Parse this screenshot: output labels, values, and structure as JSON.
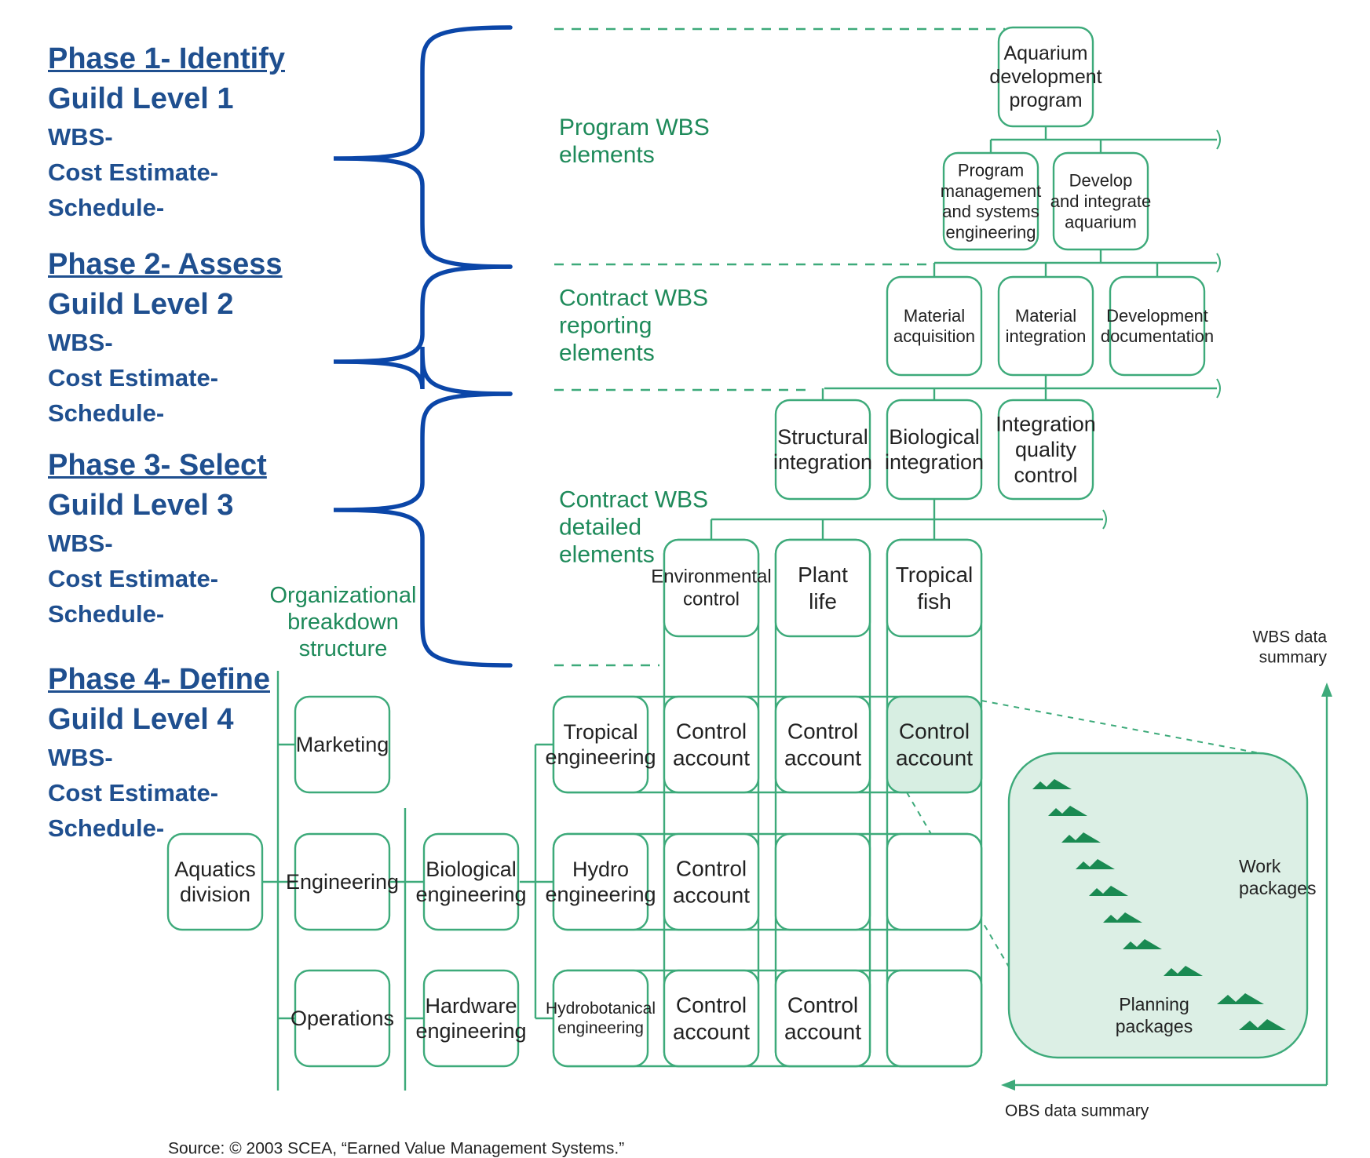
{
  "phases": [
    {
      "title": "Phase 1- Identify",
      "guild": "Guild Level 1",
      "wbs": "WBS-",
      "cost": "Cost Estimate-",
      "schedule": "Schedule-"
    },
    {
      "title": "Phase 2- Assess",
      "guild": "Guild Level 2",
      "wbs": "WBS-",
      "cost": "Cost Estimate-",
      "schedule": "Schedule-"
    },
    {
      "title": "Phase 3- Select",
      "guild": "Guild Level 3",
      "wbs": "WBS-",
      "cost": "Cost Estimate-",
      "schedule": "Schedule-"
    },
    {
      "title": "Phase 4- Define",
      "guild": "Guild Level 4",
      "wbs": "WBS-",
      "cost": "Cost Estimate-",
      "schedule": "Schedule-"
    }
  ],
  "section_labels": {
    "program_wbs": [
      "Program WBS",
      "elements"
    ],
    "contract_reporting": [
      "Contract WBS",
      "reporting",
      "elements"
    ],
    "contract_detailed": [
      "Contract WBS",
      "detailed",
      "elements"
    ],
    "obs": [
      "Organizational",
      "breakdown",
      "structure"
    ]
  },
  "wbs": {
    "root": [
      "Aquarium",
      "development",
      "program"
    ],
    "level1": [
      [
        "Program",
        "management",
        "and systems",
        "engineering"
      ],
      [
        "Develop",
        "and integrate",
        "aquarium"
      ]
    ],
    "level2": [
      [
        "Material",
        "acquisition"
      ],
      [
        "Material",
        "integration"
      ],
      [
        "Development",
        "documentation"
      ]
    ],
    "level3": [
      [
        "Structural",
        "integration"
      ],
      [
        "Biological",
        "integration"
      ],
      [
        "Integration",
        "quality",
        "control"
      ]
    ],
    "level4": [
      [
        "Environmental",
        "control"
      ],
      [
        "Plant",
        "life"
      ],
      [
        "Tropical",
        "fish"
      ]
    ]
  },
  "obs": {
    "root": [
      "Aquatics",
      "division"
    ],
    "level1": [
      [
        "Marketing"
      ],
      [
        "Engineering"
      ],
      [
        "Operations"
      ]
    ],
    "level2": [
      [
        "Biological",
        "engineering"
      ],
      [
        "Hardware",
        "engineering"
      ]
    ],
    "level3": [
      [
        "Tropical",
        "engineering"
      ],
      [
        "Hydro",
        "engineering"
      ],
      [
        "Hydrobotanical",
        "engineering"
      ]
    ]
  },
  "control_account": [
    "Control",
    "account"
  ],
  "matrix": [
    [
      1,
      1,
      2
    ],
    [
      1,
      0,
      0
    ],
    [
      1,
      1,
      0
    ]
  ],
  "work_packages_label": [
    "Work",
    "packages"
  ],
  "planning_packages_label": [
    "Planning",
    "packages"
  ],
  "wbs_summary_label": [
    "WBS data",
    "summary"
  ],
  "obs_summary_label": "OBS data summary",
  "source": "Source: © 2003 SCEA, “Earned Value Management Systems.”",
  "colors": {
    "phase_text": "#1f4f8f",
    "brace": "#0b46a8",
    "green_line": "#3daa7a",
    "green_text": "#1e8a5a",
    "box_text": "#222222",
    "highlight_fill": "#d7eee2",
    "detail_fill": "#dcefe5",
    "package_fill": "#1a8a52"
  }
}
